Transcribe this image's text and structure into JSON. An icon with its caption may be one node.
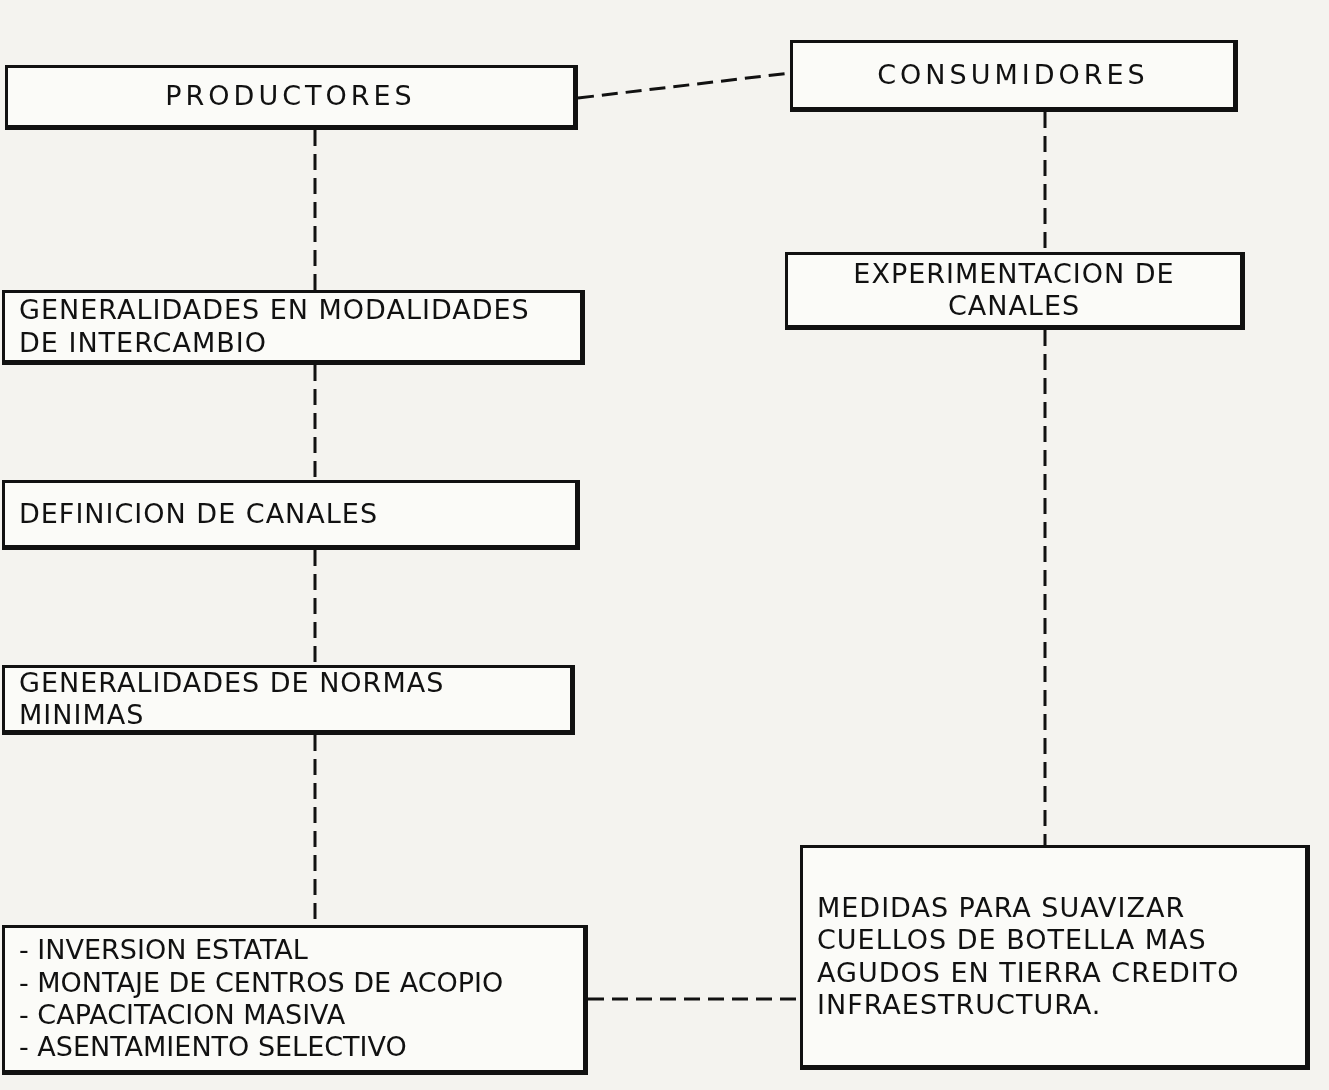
{
  "diagram": {
    "nodes": [
      {
        "text": [
          "PRODUCTORES"
        ]
      },
      {
        "text": [
          "CONSUMIDORES"
        ]
      },
      {
        "text": [
          "GENERALIDADES EN MODALIDADES DE INTERCAMBIO"
        ]
      },
      {
        "text": [
          "EXPERIMENTACION DE CANALES"
        ]
      },
      {
        "text": [
          "DEFINICION DE CANALES"
        ]
      },
      {
        "text": [
          "GENERALIDADES DE NORMAS MINIMAS"
        ]
      },
      {
        "text": [
          "- INVERSION ESTATAL",
          "- MONTAJE DE CENTROS DE ACOPIO",
          "- CAPACITACION MASIVA",
          "- ASENTAMIENTO SELECTIVO"
        ]
      },
      {
        "text": [
          "MEDIDAS PARA SUAVIZAR CUELLOS DE BOTELLA MAS AGUDOS EN TIERRA CREDITO INFRAESTRUCTURA."
        ]
      }
    ],
    "edges": [
      {
        "from": 0,
        "to": 1,
        "arrow": "none",
        "style": "dashed"
      },
      {
        "from": 0,
        "to": 2,
        "arrow": "none",
        "style": "dashed"
      },
      {
        "from": 2,
        "to": 4,
        "arrow": "none",
        "style": "dashed"
      },
      {
        "from": 4,
        "to": 5,
        "arrow": "none",
        "style": "dashed"
      },
      {
        "from": 5,
        "to": 6,
        "arrow": "none",
        "style": "dashed"
      },
      {
        "from": 1,
        "to": 3,
        "arrow": "none",
        "style": "dashed"
      },
      {
        "from": 3,
        "to": 7,
        "arrow": "none",
        "style": "dashed"
      },
      {
        "from": 6,
        "to": 7,
        "arrow": "none",
        "style": "dashed"
      }
    ]
  }
}
